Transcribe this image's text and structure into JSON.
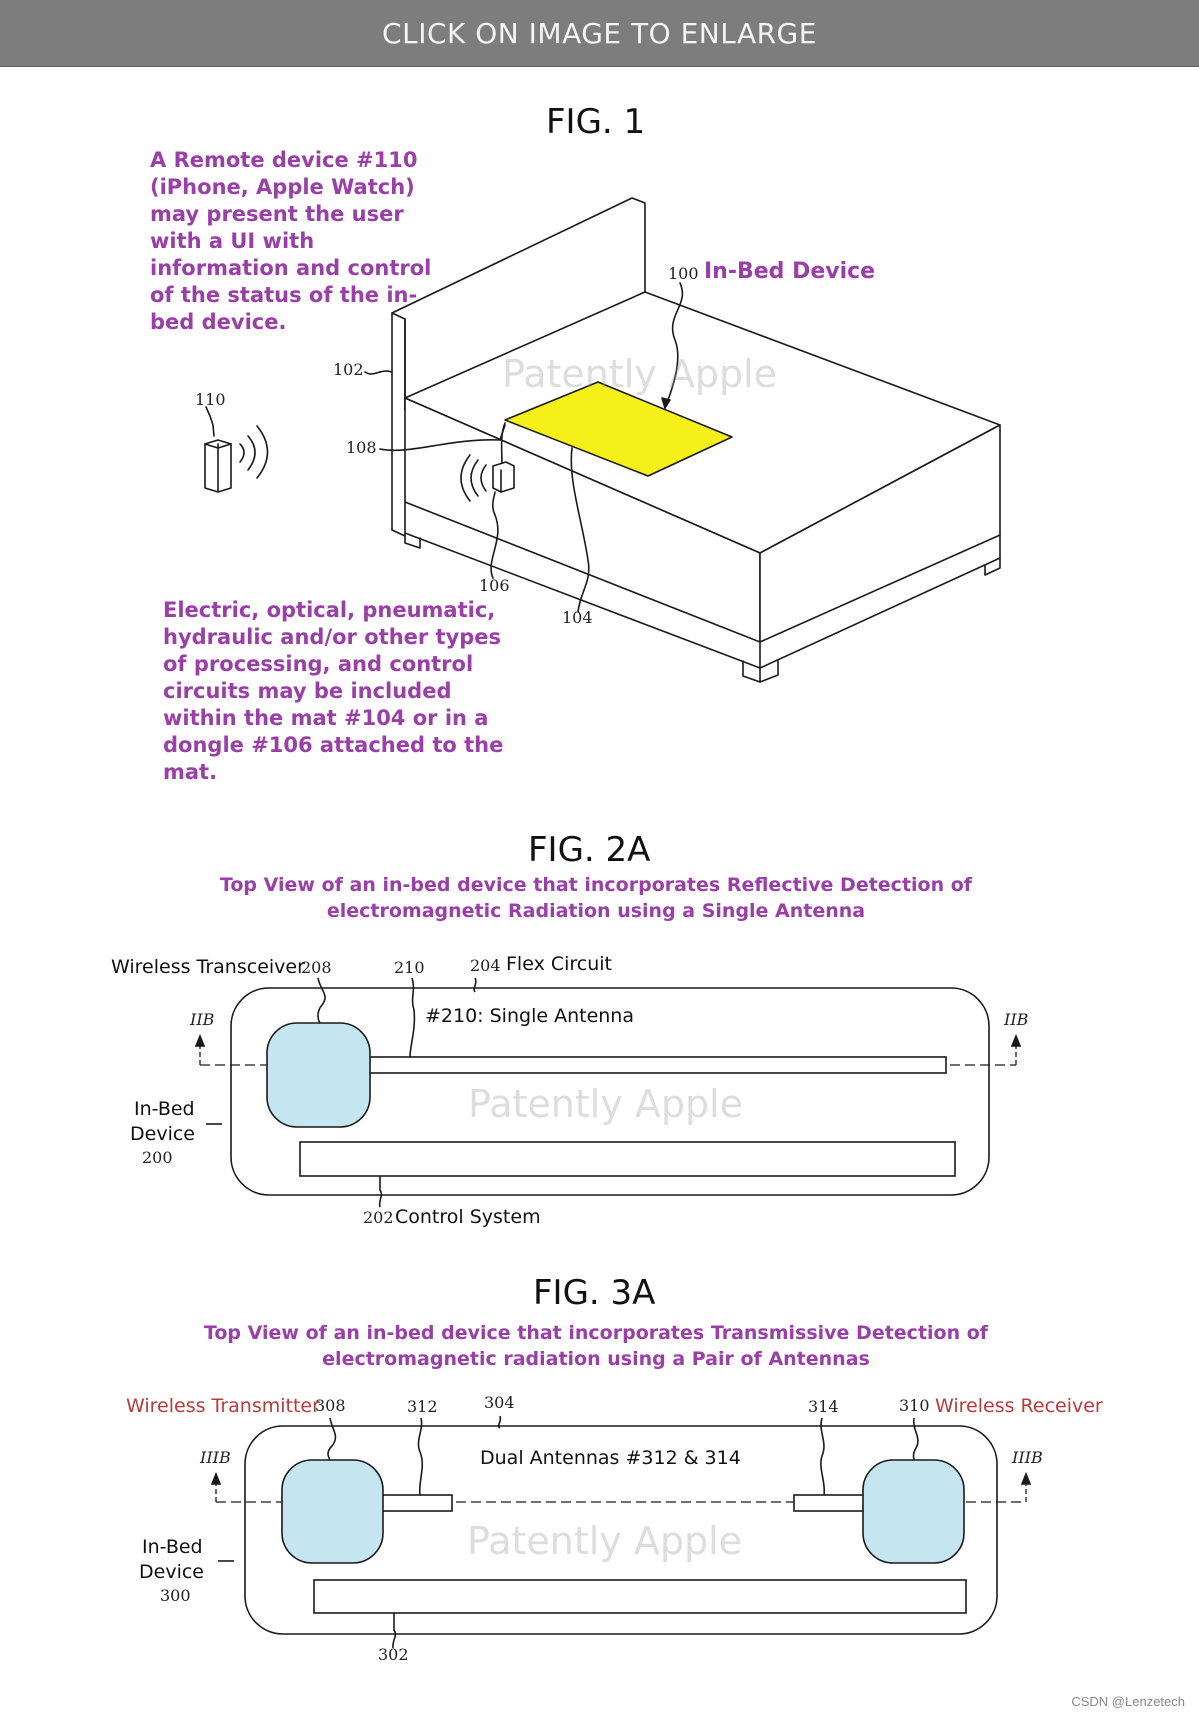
{
  "banner": {
    "text": "CLICK ON IMAGE TO ENLARGE"
  },
  "fig1": {
    "title": "FIG. 1",
    "note_remote": [
      "A Remote device #110",
      "(iPhone, Apple Watch)",
      "may present the user",
      "with a UI with",
      "information and control",
      "of the status of the in-",
      "bed device."
    ],
    "in_bed_label": "In-Bed Device",
    "note_processing": [
      "Electric, optical, pneumatic,",
      "hydraulic and/or other types",
      "of processing, and control",
      "circuits may be included",
      "within the mat #104 or in a",
      "dongle #106 attached to the",
      "mat."
    ],
    "refs": {
      "r100": "100",
      "r102": "102",
      "r104": "104",
      "r106": "106",
      "r108": "108",
      "r110": "110"
    },
    "watermark": "Patently Apple",
    "colors": {
      "mat": "#f5ef1a"
    }
  },
  "fig2a": {
    "title": "FIG. 2A",
    "subtitle": [
      "Top View of an in-bed device that incorporates Reflective Detection of",
      "electromagnetic Radiation using a Single Antenna"
    ],
    "wireless_transceiver": "Wireless Transceiver",
    "flex_circuit": "Flex Circuit",
    "antenna_label": "#210: Single Antenna",
    "device_label": [
      "In-Bed",
      "Device"
    ],
    "control_system": "Control System",
    "refs": {
      "r200": "200",
      "r202": "202",
      "r204": "204",
      "r208": "208",
      "r210": "210"
    },
    "section_mark": "IIB",
    "watermark": "Patently Apple",
    "colors": {
      "pad": "#c5e6f0"
    }
  },
  "fig3a": {
    "title": "FIG. 3A",
    "subtitle": [
      "Top View of an in-bed device that incorporates Transmissive Detection of",
      "electromagnetic radiation using a Pair of Antennas"
    ],
    "wireless_transmitter": "Wireless Transmitter",
    "wireless_receiver": "Wireless Receiver",
    "antennas_label": "Dual Antennas #312 & 314",
    "device_label": [
      "In-Bed",
      "Device"
    ],
    "refs": {
      "r300": "300",
      "r302": "302",
      "r304": "304",
      "r308": "308",
      "r310": "310",
      "r312": "312",
      "r314": "314"
    },
    "section_mark": "IIIB",
    "watermark": "Patently Apple",
    "colors": {
      "pad": "#c5e6f0"
    }
  },
  "footer": "CSDN @Lenzetech"
}
